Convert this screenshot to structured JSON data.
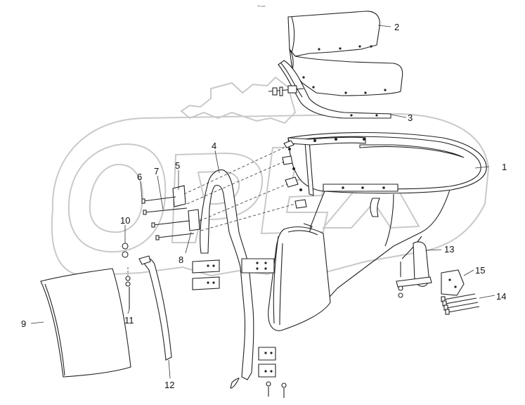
{
  "header_mark": "Tb ore",
  "watermark_letters": [
    "O",
    "P",
    "E",
    "X"
  ],
  "parts": [
    {
      "id": "part-1",
      "number": "1"
    },
    {
      "id": "part-2",
      "number": "2"
    },
    {
      "id": "part-3",
      "number": "3"
    },
    {
      "id": "part-4",
      "number": "4"
    },
    {
      "id": "part-5",
      "number": "5"
    },
    {
      "id": "part-6",
      "number": "6"
    },
    {
      "id": "part-7",
      "number": "7"
    },
    {
      "id": "part-8",
      "number": "8"
    },
    {
      "id": "part-9",
      "number": "9"
    },
    {
      "id": "part-10",
      "number": "10"
    },
    {
      "id": "part-11",
      "number": "11"
    },
    {
      "id": "part-12",
      "number": "12"
    },
    {
      "id": "part-13",
      "number": "13"
    },
    {
      "id": "part-14",
      "number": "14"
    },
    {
      "id": "part-15",
      "number": "15"
    }
  ]
}
